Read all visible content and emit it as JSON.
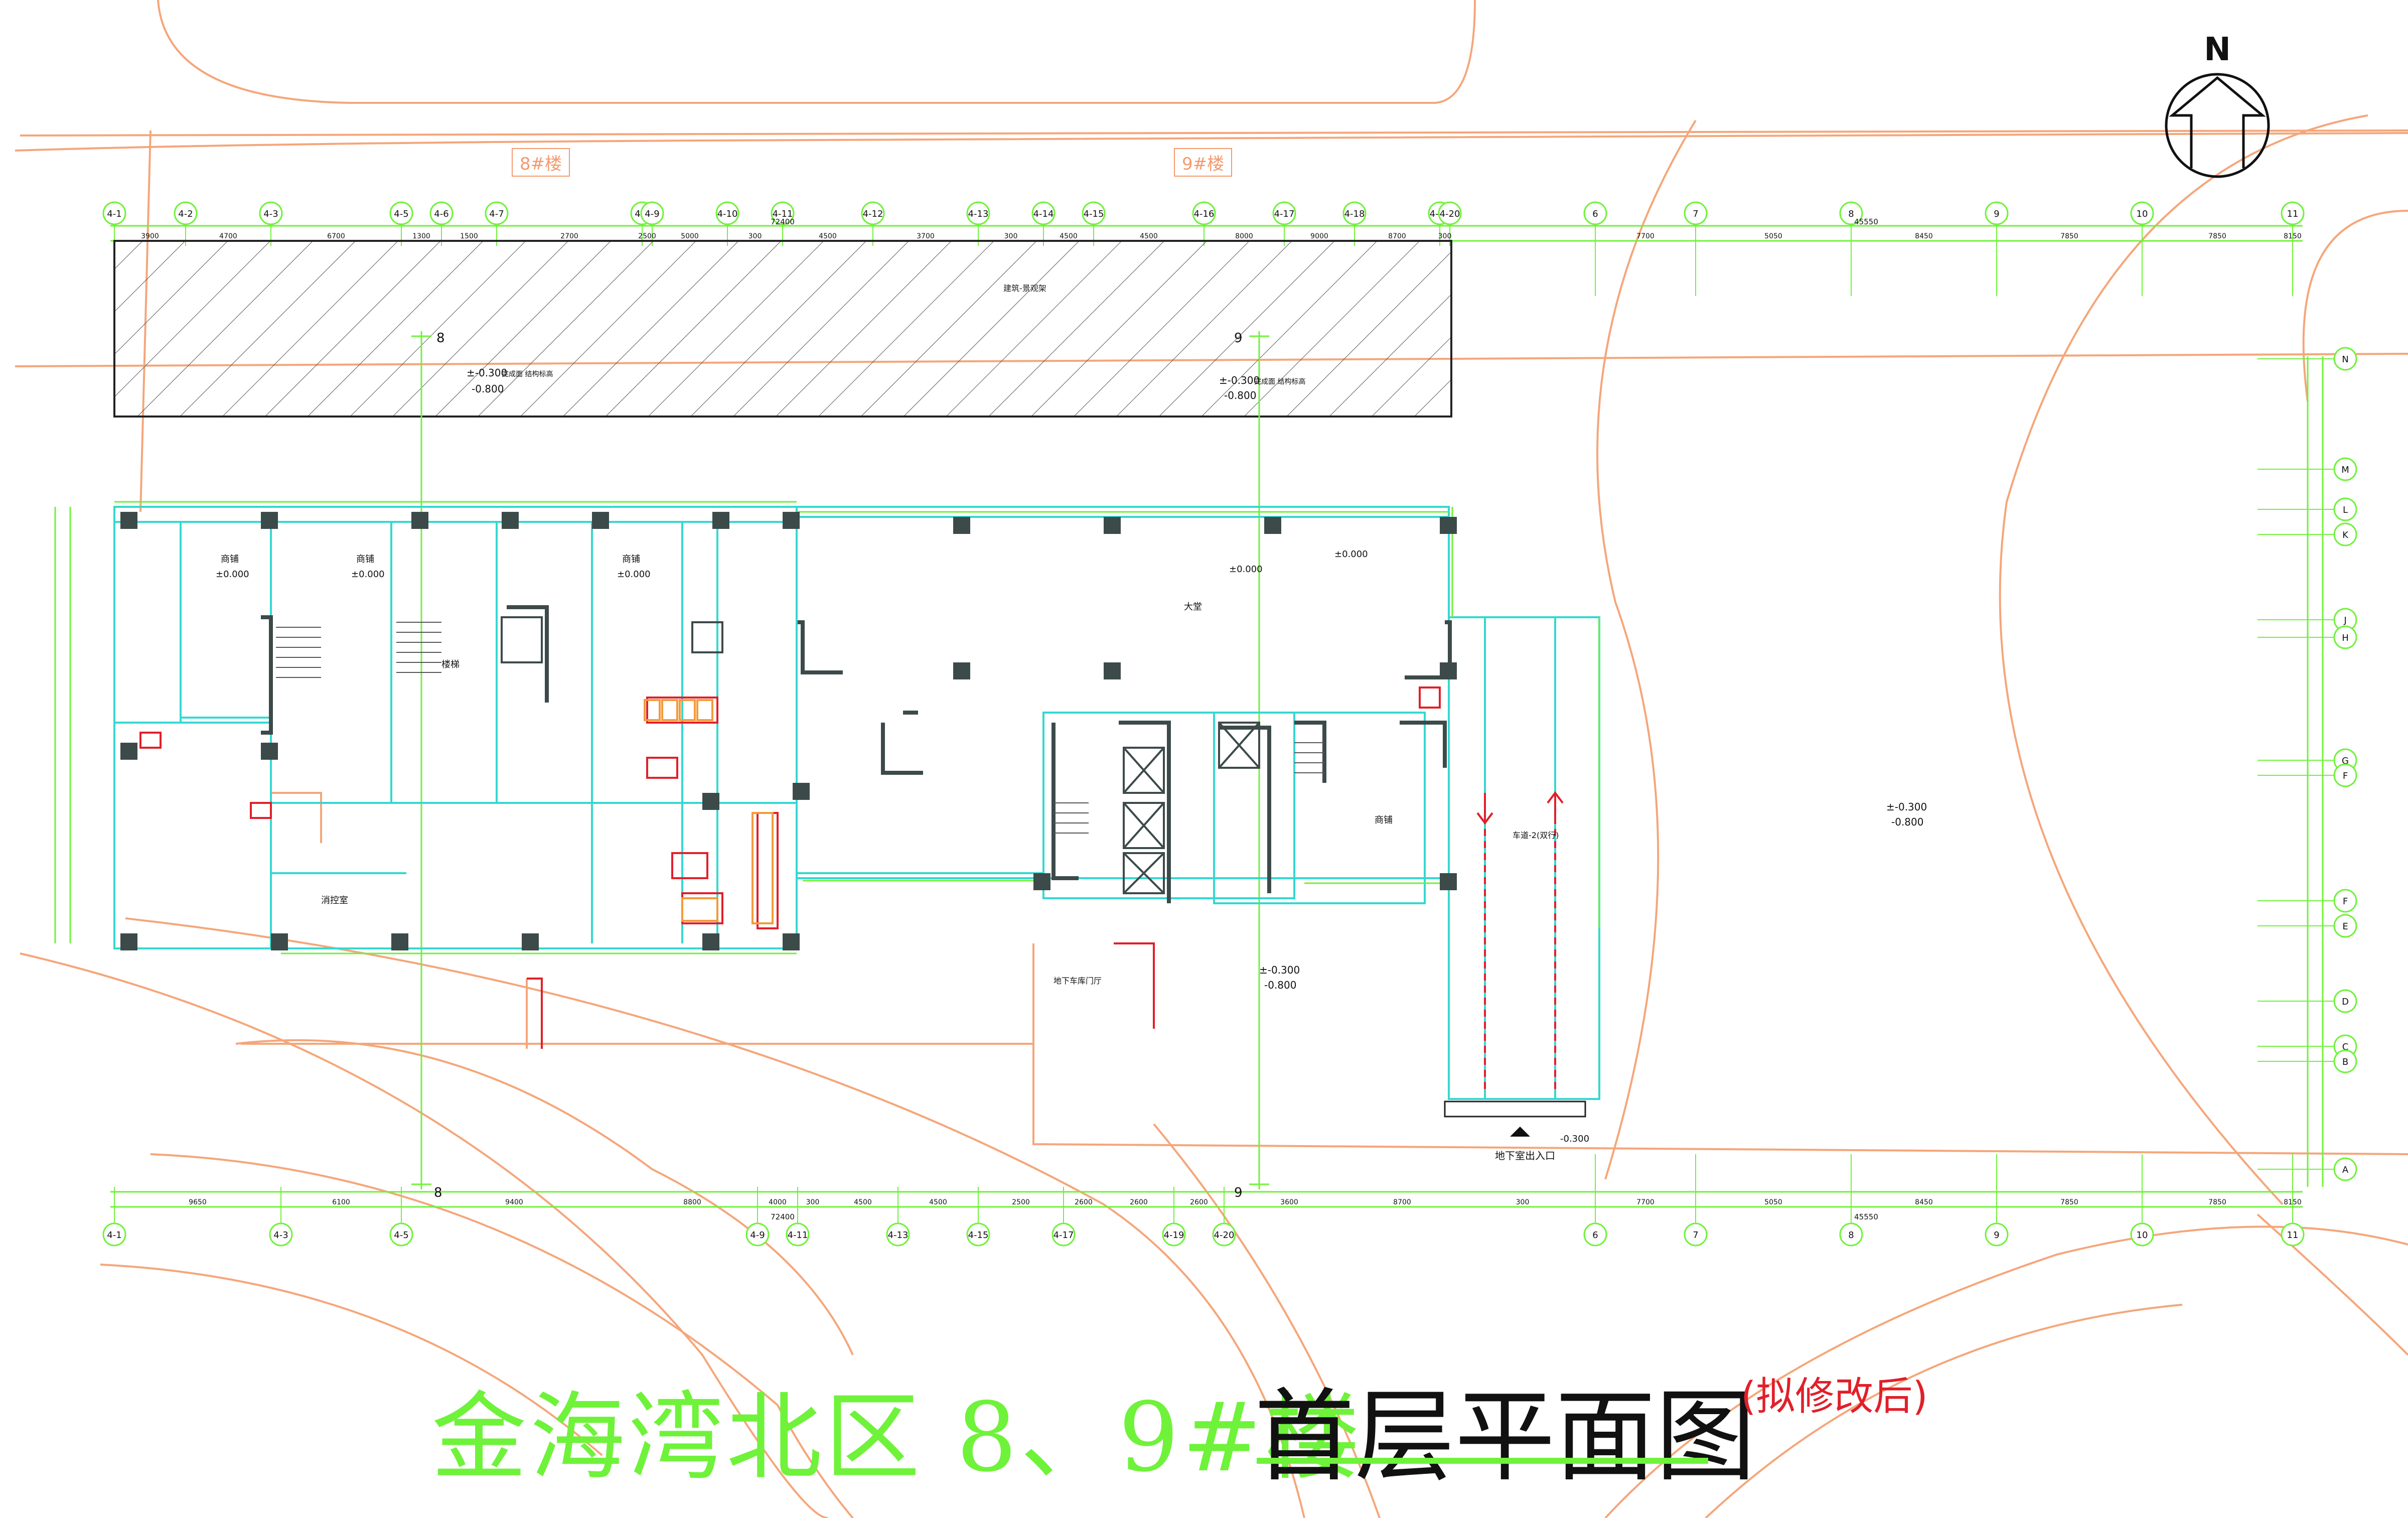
{
  "title": {
    "main": "金海湾北区  8、9#楼",
    "sub": "首层平面图",
    "note": "(拟修改后)"
  },
  "north_label": "N",
  "building_tags": [
    "8#楼",
    "9#楼"
  ],
  "axes": {
    "top_left": [
      "4-1",
      "4-2",
      "4-3",
      "4-5",
      "4-6",
      "4-7",
      "4-8",
      "4-9",
      "4-10",
      "4-11",
      "4-12",
      "4-13",
      "4-14",
      "4-15",
      "4-16",
      "4-17",
      "4-18",
      "4-19",
      "4-20"
    ],
    "top_right": [
      "6",
      "7",
      "8",
      "9",
      "10",
      "11"
    ],
    "bottom_left": [
      "4-1",
      "4-3",
      "4-5",
      "4-9",
      "4-11",
      "4-13",
      "4-15",
      "4-17",
      "4-19",
      "4-20"
    ],
    "bottom_right": [
      "6",
      "7",
      "8",
      "9",
      "10",
      "11"
    ],
    "right": [
      "N",
      "M",
      "L",
      "K",
      "J",
      "H",
      "G",
      "F",
      "F",
      "E",
      "D",
      "C",
      "B",
      "A"
    ]
  },
  "dimensions": {
    "top": [
      "3900",
      "4700",
      "6700",
      "1300",
      "1500",
      "2700",
      "2500",
      "5000",
      "300",
      "4500",
      "3700",
      "300",
      "4500",
      "4500",
      "8000",
      "9000",
      "8700",
      "300",
      "7700",
      "5050",
      "8450",
      "7850",
      "7850",
      "8150"
    ],
    "top_total_left": "72400",
    "top_total_right": "45550",
    "bottom": [
      "9650",
      "6100",
      "9400",
      "8800",
      "4000",
      "300",
      "4500",
      "4500",
      "2500",
      "2600",
      "2600",
      "2600",
      "3600",
      "8700",
      "300",
      "7700",
      "5050",
      "8450",
      "7850",
      "7850",
      "8150"
    ],
    "bottom_total_left": "72400",
    "bottom_total_right": "45550"
  },
  "elevations": {
    "upper_left": [
      "±-0.300",
      "-0.800"
    ],
    "upper_mid": [
      "±-0.300",
      "-0.800"
    ],
    "right": [
      "±-0.300",
      "-0.800"
    ],
    "lower_mid": [
      "±-0.300",
      "-0.800"
    ],
    "entrance": "-0.300",
    "rooms": "±0.000"
  },
  "labels": {
    "hatched_area": "建筑-景观架",
    "canopy": "完成面 结构标高",
    "lobby": "大堂",
    "ramp": "车道-2(双行)",
    "basement_entry": "地下室出入口",
    "ground_lift": "地下车库门厅",
    "shop": "商铺",
    "stair": "楼梯",
    "fire": "消控室",
    "axis_8": "8",
    "axis_9": "9"
  },
  "colors": {
    "orange_lines": "#f5a67a",
    "green_lines": "#6ff23a",
    "cyan_lines": "#35d8d0",
    "columns": "#3d4a4a",
    "red_marks": "#e0202a",
    "magenta_marks": "#e048c8"
  }
}
